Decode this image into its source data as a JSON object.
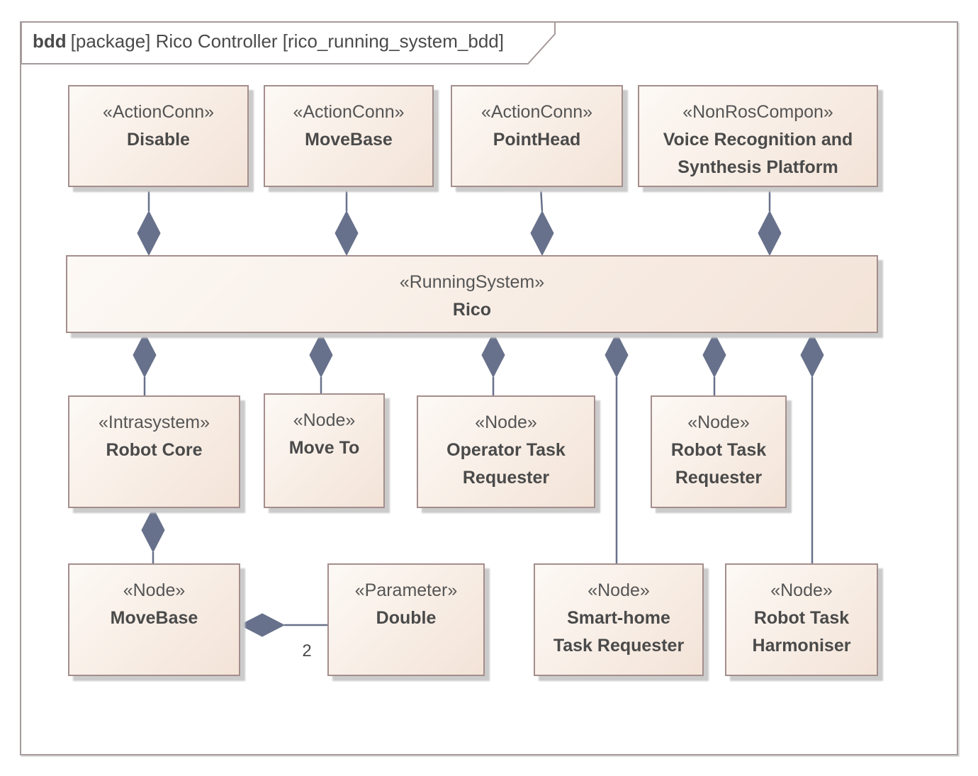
{
  "frame": {
    "kind": "bdd",
    "title": "[package] Rico Controller [rico_running_system_bdd]"
  },
  "blocks": [
    {
      "stereotype": "«ActionConn»",
      "name": [
        "Disable"
      ]
    },
    {
      "stereotype": "«ActionConn»",
      "name": [
        "MoveBase"
      ]
    },
    {
      "stereotype": "«ActionConn»",
      "name": [
        "PointHead"
      ]
    },
    {
      "stereotype": "«NonRosCompon»",
      "name": [
        "Voice Recognition and",
        "Synthesis Platform"
      ]
    },
    {
      "stereotype": "«RunningSystem»",
      "name": [
        "Rico"
      ]
    },
    {
      "stereotype": "«Intrasystem»",
      "name": [
        "Robot Core"
      ]
    },
    {
      "stereotype": "«Node»",
      "name": [
        "Move To"
      ]
    },
    {
      "stereotype": "«Node»",
      "name": [
        "Operator Task",
        "Requester"
      ]
    },
    {
      "stereotype": "«Node»",
      "name": [
        "Robot Task",
        "Requester"
      ]
    },
    {
      "stereotype": "«Node»",
      "name": [
        "MoveBase"
      ]
    },
    {
      "stereotype": "«Parameter»",
      "name": [
        "Double"
      ]
    },
    {
      "stereotype": "«Node»",
      "name": [
        "Smart-home",
        "Task Requester"
      ]
    },
    {
      "stereotype": "«Node»",
      "name": [
        "Robot Task",
        "Harmoniser"
      ]
    }
  ],
  "connectors": {
    "double_multiplicity": "2"
  },
  "colors": {
    "frame": "#a69a9a",
    "block_border": "#a48e8c",
    "block_fill_top": "#fdf9f5",
    "block_fill_bottom": "#f3e3d7",
    "connector": "#68718b"
  }
}
